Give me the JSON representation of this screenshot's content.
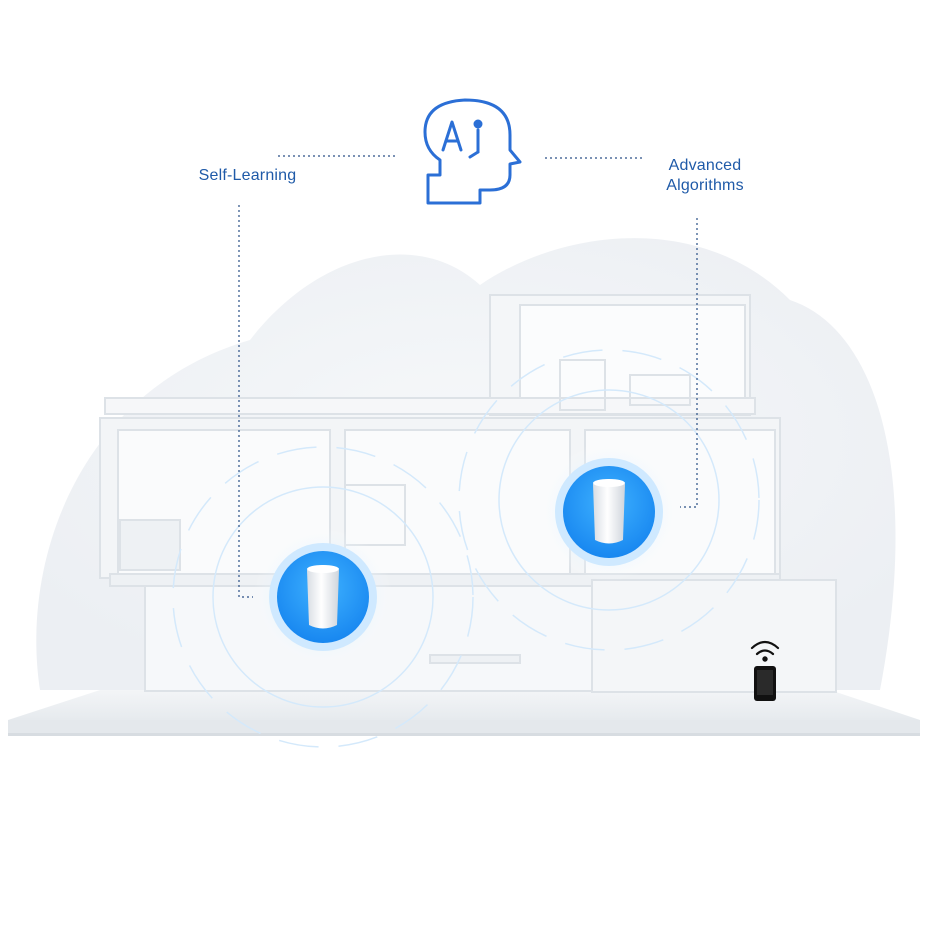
{
  "labels": {
    "self_learning": "Self-Learning",
    "advanced_line1": "Advanced",
    "advanced_line2": "Algorithms",
    "ai_mark": "Ai"
  },
  "colors": {
    "accent_blue": "#1f5aa8",
    "icon_blue": "#2b6fd6",
    "router_blue": "#1e90ff",
    "wall": "#eef1f4",
    "cloud": "#f2f4f7"
  },
  "icons": [
    "ai-head-icon",
    "router-icon",
    "router-icon",
    "wifi-icon",
    "phone-icon"
  ]
}
